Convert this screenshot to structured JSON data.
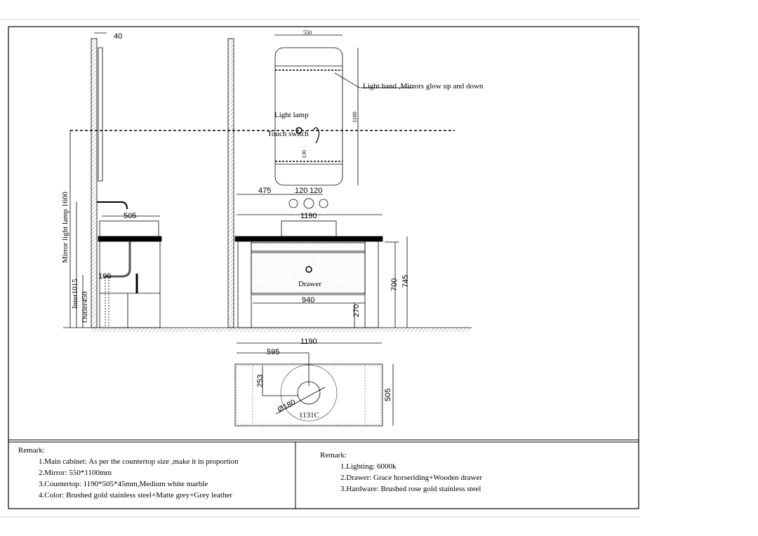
{
  "dimensions": {
    "wall_offset": "40",
    "mirror_width": "550",
    "mirror_height": "1100",
    "switch_offset": "130",
    "tap_offset": "475",
    "tap_spacing_1": "120",
    "tap_spacing_2": "120",
    "side_depth": "505",
    "front_width": "1190",
    "drain_offset": "100",
    "drawer_width": "940",
    "leg_height": "270",
    "cabinet_height": "700",
    "total_height": "745",
    "mirror_light_height": "Mirror light lamp 1600",
    "inlet_height": "Inter1015",
    "outlet_height": "Outler450",
    "top_width": "1190",
    "top_center": "595",
    "top_depth_offset": "253",
    "basin_diameter": "Ø180",
    "top_depth": "505"
  },
  "labels": {
    "light_band": "Light band ,Mirrors glow up and down",
    "light_lamp": "Light lamp",
    "touch_switch": "Touch switch",
    "drawer": "Drawer",
    "basin_model": "1131C"
  },
  "remarks_left": {
    "title": "Remark:",
    "items": [
      "1.Main cabinet: As per the countertop size ,make it in proportion",
      "2.Mirror: 550*1100mm",
      "3.Countertop: 1190*505*45mm,Medium white marble",
      "4.Color: Brushed gold stainless steel+Matte grey+Grey leather"
    ]
  },
  "remarks_right": {
    "title": "Remark:",
    "items": [
      "1.Lighting: 6000k",
      "2.Drawer: Grace horseriding+Wooden drawer",
      "3.Hardware: Brushed rose gold stainless steel"
    ]
  }
}
